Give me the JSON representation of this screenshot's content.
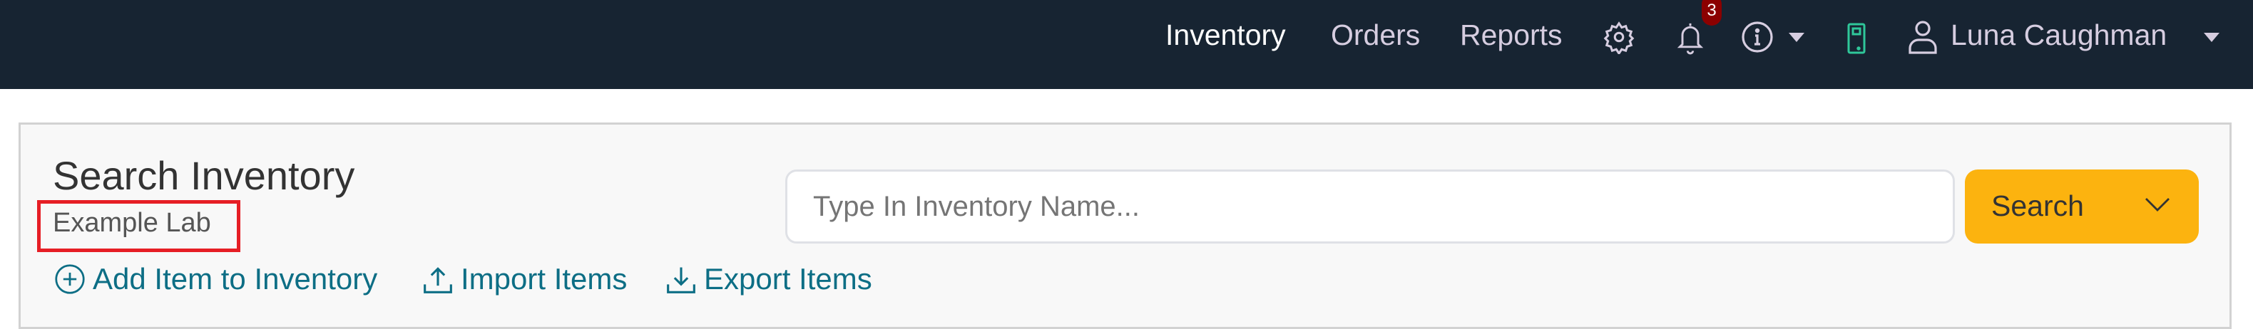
{
  "nav": {
    "items": [
      {
        "label": "Inventory",
        "active": true
      },
      {
        "label": "Orders"
      },
      {
        "label": "Reports"
      }
    ],
    "icons": [
      "gear-icon",
      "bell-icon",
      "info-icon",
      "tablet-icon",
      "user-icon"
    ],
    "notification_count": "3",
    "user_name": "Luna Caughman"
  },
  "card": {
    "title": "Search Inventory",
    "lab": "Example Lab",
    "actions": {
      "add": "Add Item to Inventory",
      "import": "Import Items",
      "export": "Export Items"
    },
    "search": {
      "placeholder": "Type In Inventory Name...",
      "button": "Search"
    }
  },
  "colors": {
    "navbar": "#172432",
    "accent": "#fcb30f",
    "link": "#0d6e85",
    "badge": "#8b0000",
    "highlight": "#e61e25"
  }
}
